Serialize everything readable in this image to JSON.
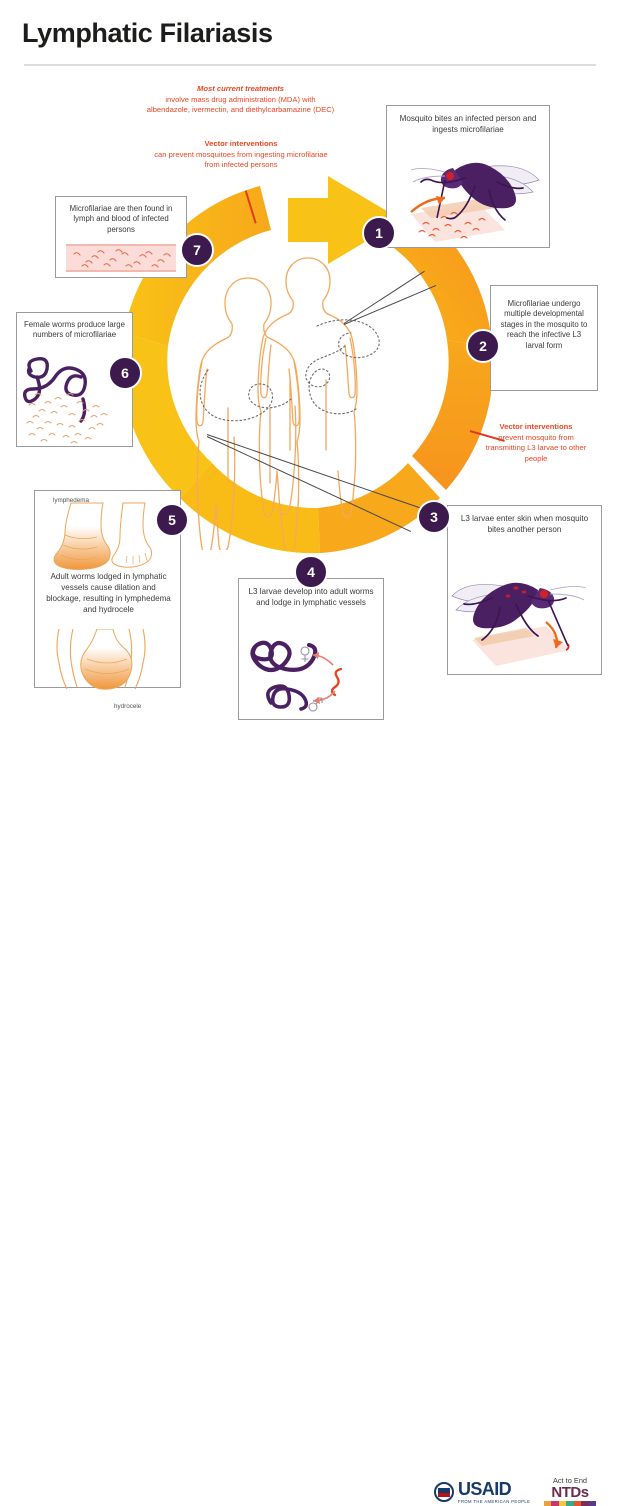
{
  "page": {
    "title": "Lymphatic Filariasis"
  },
  "annotations": [
    {
      "id": "treatments",
      "heading": "Most current treatments",
      "body": "involve mass drug administration (MDA) with albendazole, ivermectin, and diethylcarbamazine (DEC)",
      "color": "#ef4523"
    },
    {
      "id": "vector-ingest",
      "heading": "Vector interventions",
      "body": "can prevent mosquitoes from ingesting microfilariae from infected persons",
      "color": "#ef4523"
    },
    {
      "id": "vector-transmit",
      "heading": "Vector interventions",
      "body": "prevent mosquito from transmitting L3 larvae to other people",
      "color": "#ef4523"
    }
  ],
  "steps": [
    {
      "number": "1",
      "text": "Mosquito bites an infected person and ingests microfilariae",
      "illustration": "mosquito-biting-skin"
    },
    {
      "number": "2",
      "text": "Microfilariae undergo multiple developmental stages in the mosquito to reach the infective L3 larval form",
      "illustration": "none"
    },
    {
      "number": "3",
      "text": "L3 larvae enter skin when mosquito bites another person",
      "illustration": "mosquito-entering-skin"
    },
    {
      "number": "4",
      "text": "L3 larvae develop into adult worms and lodge in lymphatic vessels",
      "illustration": "adult-worms-male-female"
    },
    {
      "number": "5",
      "text": "Adult worms lodged in lymphatic vessels cause dilation and blockage, resulting in lymphedema and hydrocele",
      "illustration": "lymphedema-foot-and-hydrocele",
      "caption_top": "lymphedema",
      "caption_bottom": "hydrocele"
    },
    {
      "number": "6",
      "text": "Female worms produce large numbers of microfilariae",
      "illustration": "female-worm-shedding-microfilariae"
    },
    {
      "number": "7",
      "text": "Microfilariae are then found in lymph and blood of infected persons",
      "illustration": "blood-smear-with-microfilariae"
    }
  ],
  "center": {
    "illustration": "two-human-body-outlines-with-lymphatic-vessels"
  },
  "footer": {
    "usaid": {
      "wordmark": "USAID",
      "tagline": "FROM THE AMERICAN PEOPLE"
    },
    "ntds": {
      "top": "Act to End",
      "main": "NTDs",
      "bar_colors": [
        "#e8a33d",
        "#c9356e",
        "#f2c744",
        "#3aa98c",
        "#e8552d",
        "#7b2d5e",
        "#5b3a8c"
      ]
    }
  },
  "colors": {
    "ring_yellow": "#f9c216",
    "ring_orange": "#f7941e",
    "number_badge": "#3d1a4e",
    "red_text": "#ef4523",
    "body_outline": "#f5a85c",
    "worm_purple": "#4b2063"
  }
}
